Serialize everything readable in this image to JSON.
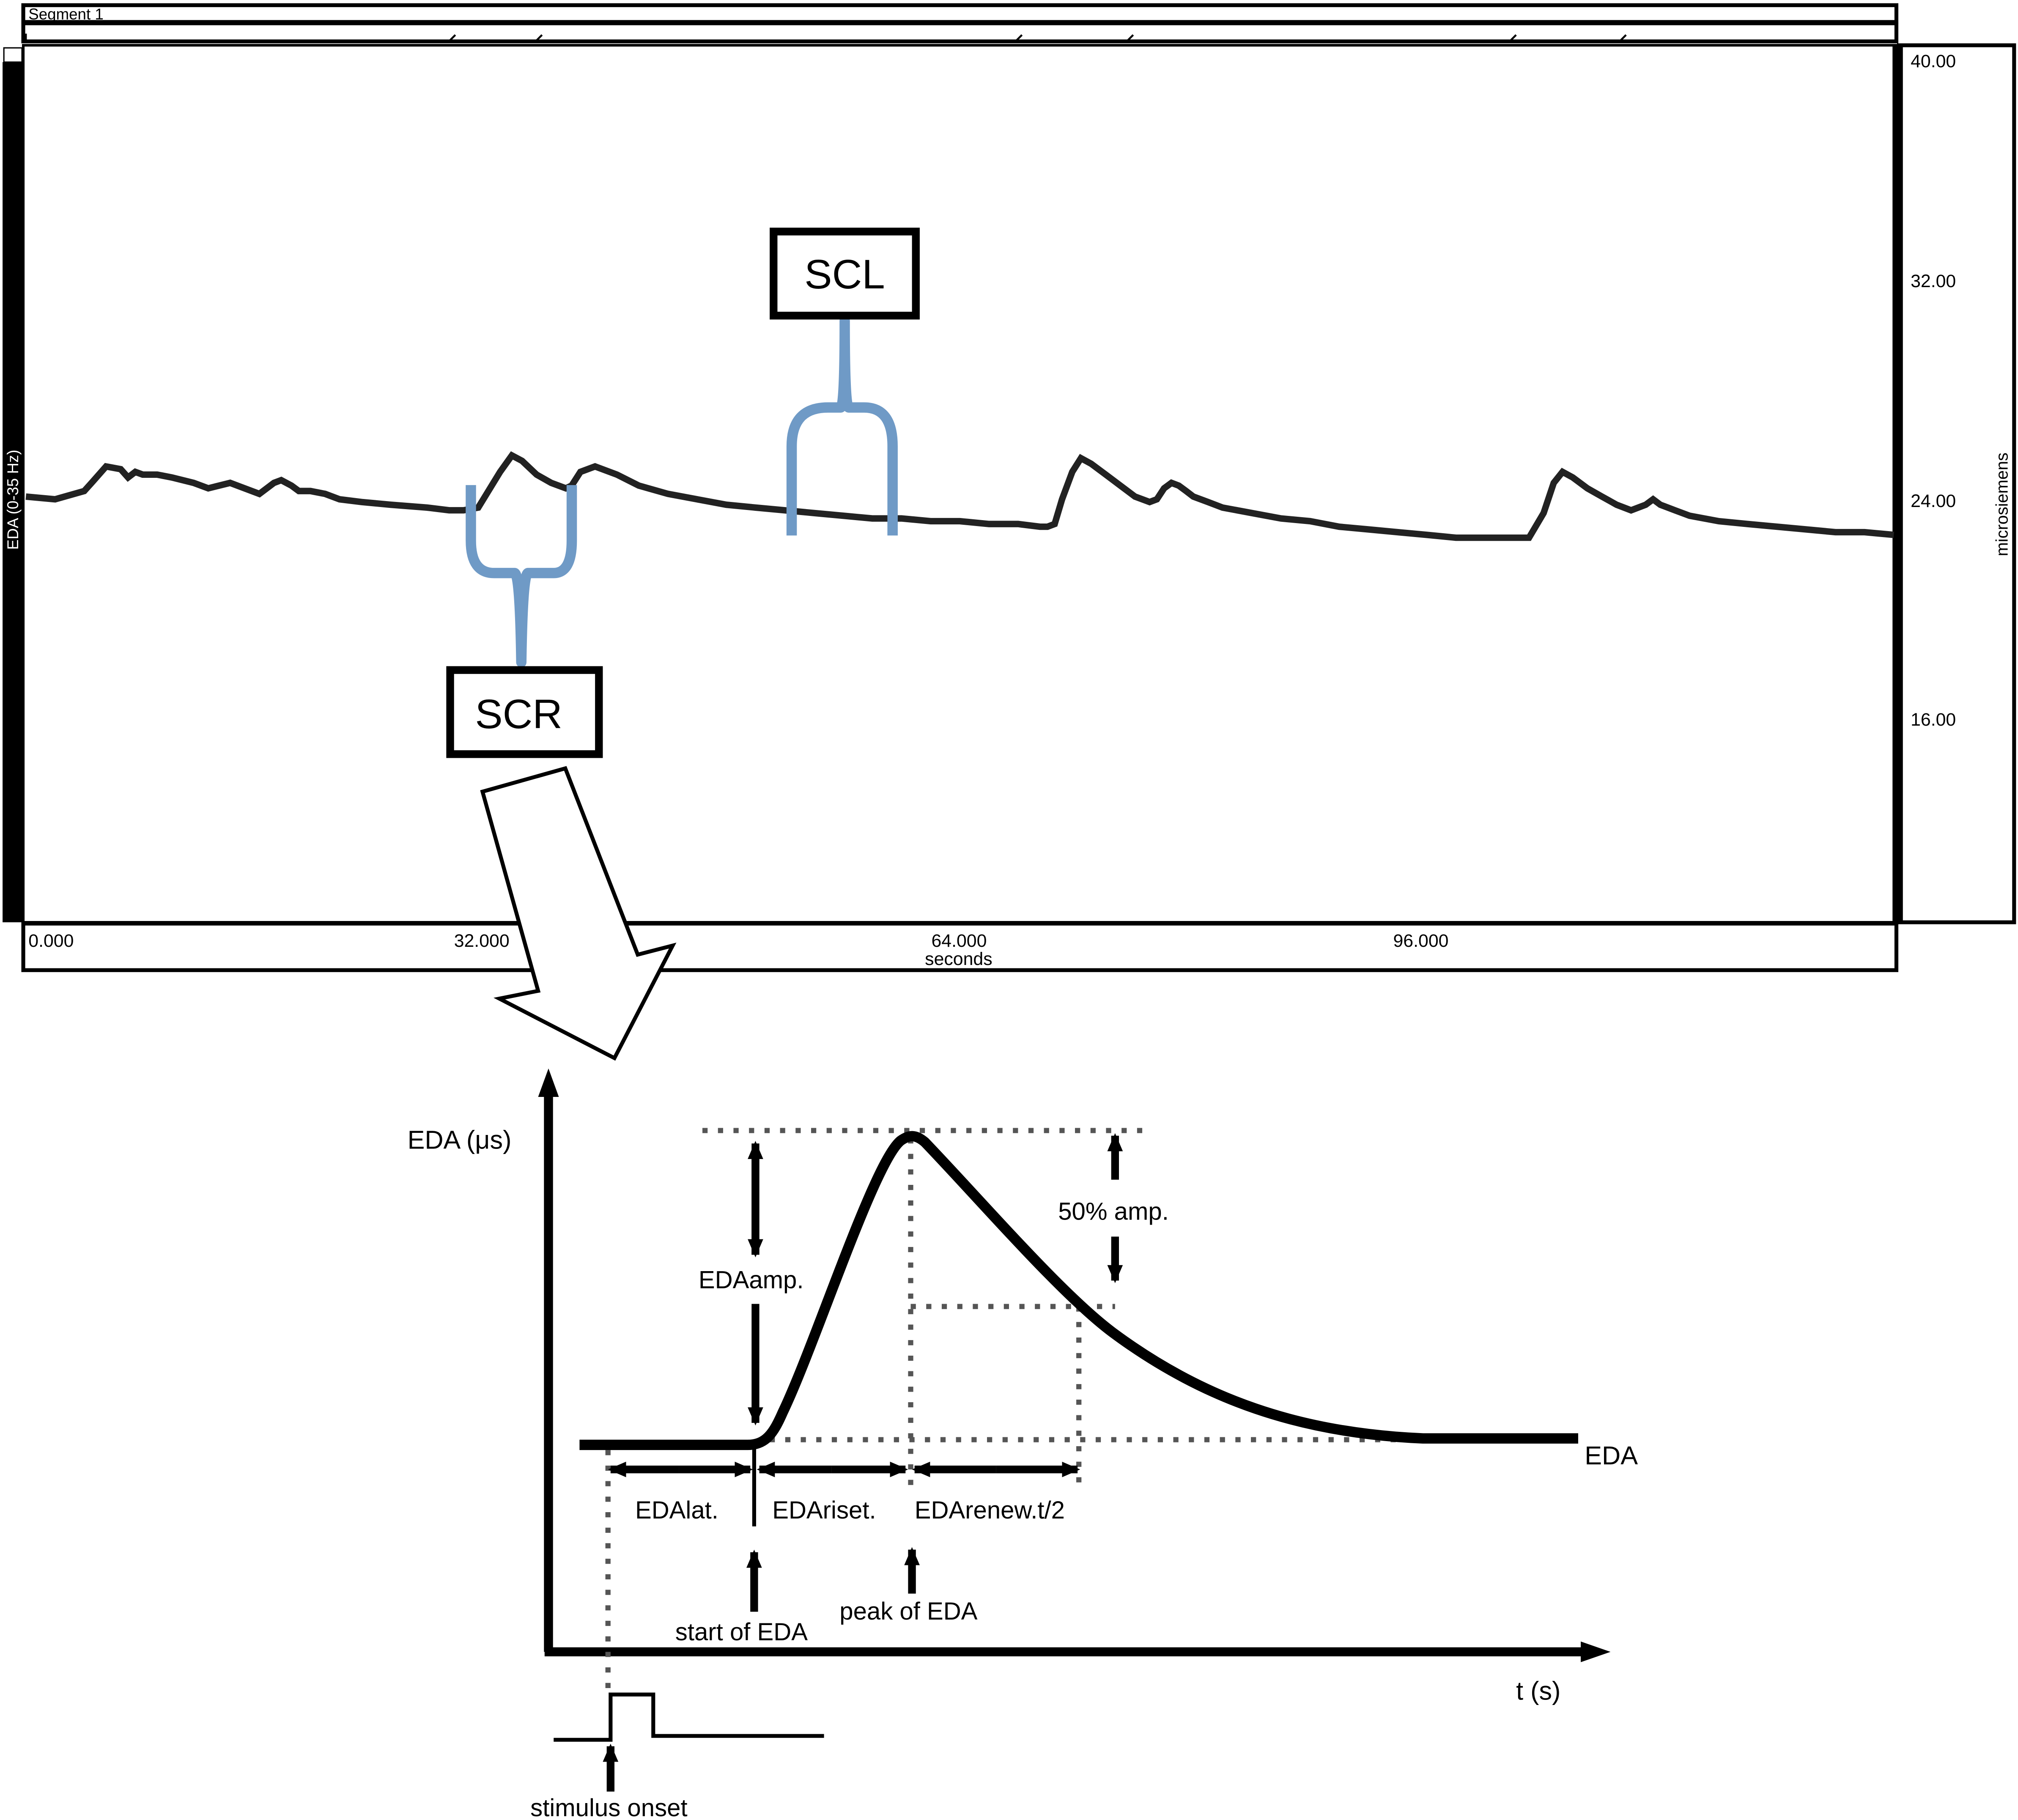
{
  "recording": {
    "segment_label": "Segment 1",
    "channel_label": "EDA (0-35 Hz)",
    "unit_label": "microsiemens",
    "y_ticks": [
      "40.00",
      "32.00",
      "24.00",
      "16.00"
    ],
    "x_ticks": [
      "0.000",
      "32.000",
      "64.000",
      "96.000"
    ],
    "x_unit": "seconds",
    "callouts": {
      "scl": "SCL",
      "scr": "SCR"
    }
  },
  "chart_data": {
    "type": "line",
    "x_unit": "seconds",
    "y_unit": "microsiemens",
    "xlim": [
      0,
      128
    ],
    "ylim": [
      8,
      40
    ],
    "series": [
      {
        "x": [
          0,
          2,
          4,
          4.5,
          5.5,
          6.5,
          7,
          7.5,
          8,
          9,
          10,
          11.5,
          12.5,
          14,
          16,
          17,
          17.5,
          18.2,
          18.7,
          19.5,
          20.5,
          21.5,
          23,
          25,
          27.5,
          29,
          30,
          31,
          32.5,
          33.3,
          34,
          35,
          36,
          37,
          37.4,
          38,
          39,
          40.5,
          42,
          44,
          46,
          48,
          50,
          52,
          54,
          56,
          58,
          60,
          62,
          64,
          66,
          68,
          69.5,
          70,
          70.5,
          71,
          71.7,
          72.3,
          73,
          74,
          75,
          76,
          77,
          77.5,
          78,
          78.5,
          79,
          79.5,
          80,
          81,
          82,
          84,
          86,
          88,
          90,
          92,
          94,
          96,
          98,
          100,
          101,
          102,
          103,
          104,
          104.7,
          105.3,
          106,
          107,
          108,
          109,
          110,
          111,
          111.5,
          112,
          113,
          114,
          116,
          118,
          120,
          122,
          124,
          126,
          128
        ],
        "y": [
          24.1,
          24.0,
          24.3,
          24.6,
          25.2,
          25.1,
          24.8,
          25.0,
          24.9,
          24.9,
          24.8,
          24.6,
          24.4,
          24.6,
          24.2,
          24.6,
          24.7,
          24.5,
          24.3,
          24.3,
          24.2,
          24.0,
          23.9,
          23.8,
          23.7,
          23.6,
          23.6,
          23.7,
          25.0,
          25.6,
          25.4,
          24.9,
          24.6,
          24.4,
          24.5,
          25.0,
          25.2,
          24.9,
          24.5,
          24.2,
          24.0,
          23.8,
          23.7,
          23.6,
          23.5,
          23.4,
          23.3,
          23.3,
          23.2,
          23.2,
          23.1,
          23.1,
          23.0,
          23.0,
          23.1,
          24.0,
          25.0,
          25.5,
          25.3,
          24.9,
          24.5,
          24.1,
          23.9,
          24.0,
          24.4,
          24.6,
          24.5,
          24.3,
          24.1,
          23.9,
          23.7,
          23.5,
          23.3,
          23.2,
          23.0,
          22.9,
          22.8,
          22.7,
          22.6,
          22.6,
          22.6,
          22.6,
          22.6,
          23.5,
          24.6,
          25.0,
          24.8,
          24.4,
          24.1,
          23.8,
          23.6,
          23.8,
          24.0,
          23.8,
          23.6,
          23.4,
          23.2,
          23.1,
          23.0,
          22.9,
          22.8,
          22.8,
          22.7
        ]
      }
    ]
  },
  "diagram": {
    "y_axis_label": "EDA (μs)",
    "x_axis_label": "t (s)",
    "curve_label": "EDA",
    "amp_label": "EDAamp.",
    "half_amp_label": "50% amp.",
    "latency_label": "EDAlat.",
    "rise_label": "EDAriset.",
    "renewal_label": "EDArenew.t/2",
    "start_label": "start of EDA",
    "peak_label": "peak of EDA",
    "stimulus_label": "stimulus onset"
  }
}
